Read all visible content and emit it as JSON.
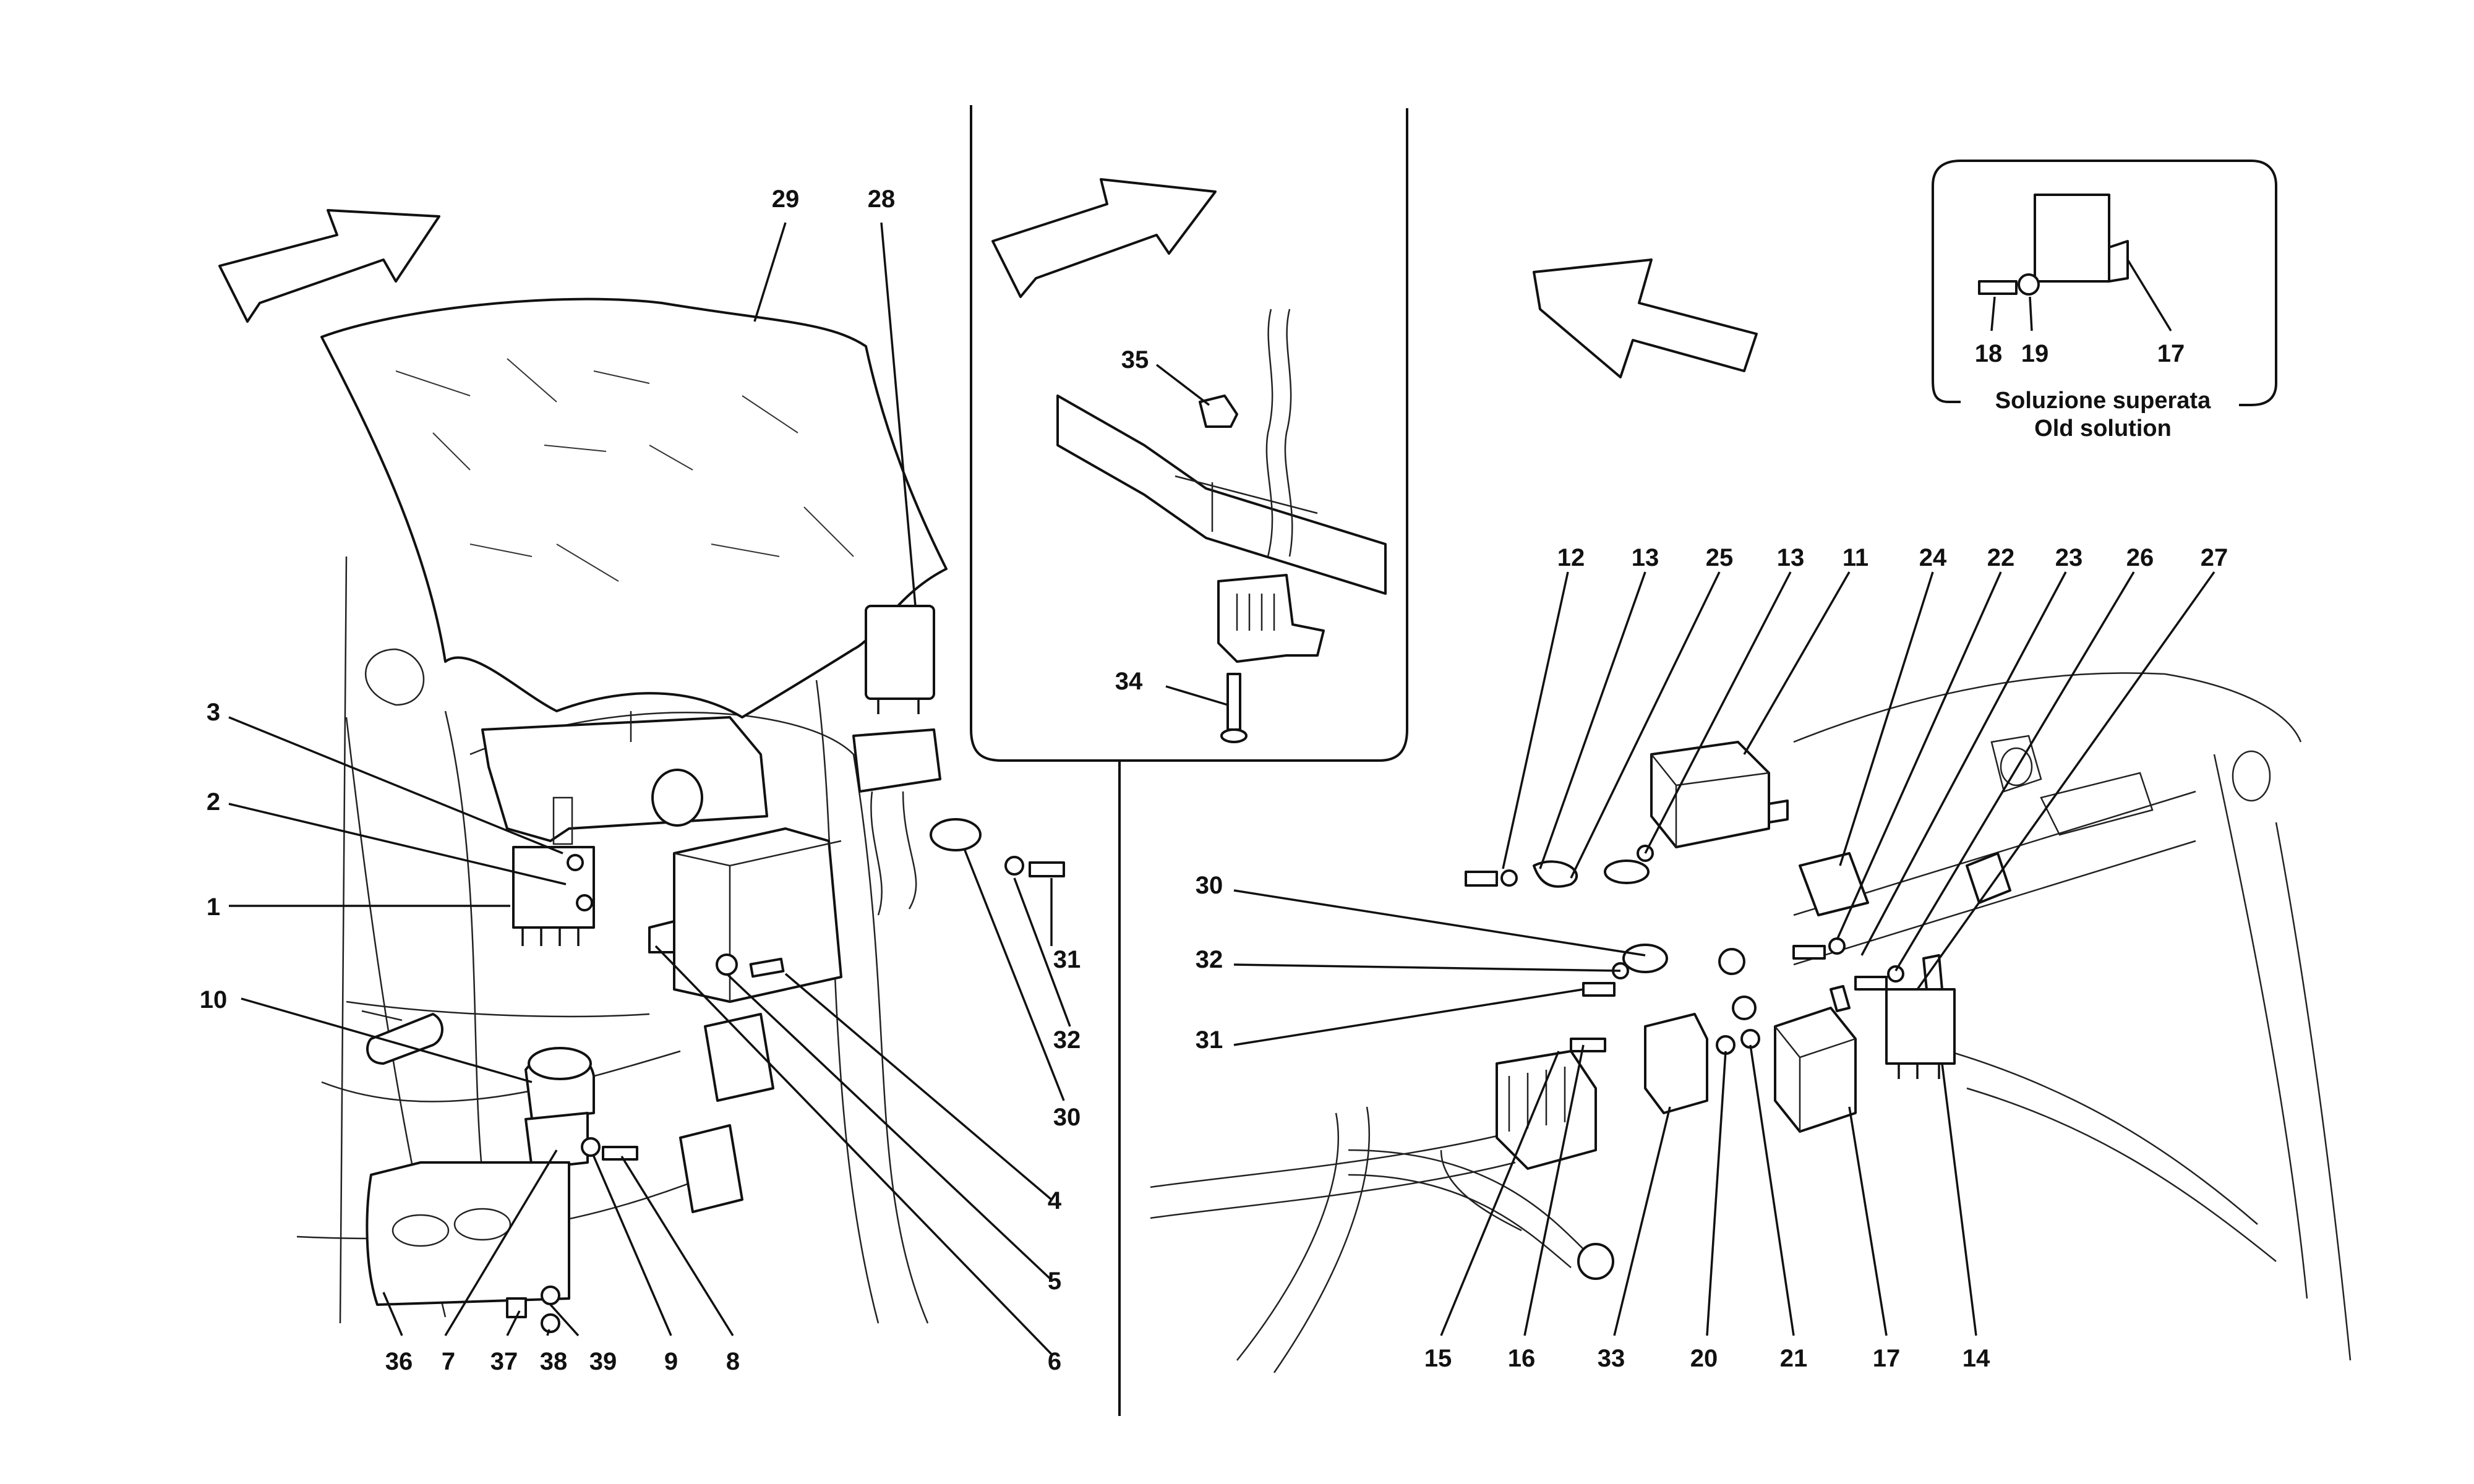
{
  "callouts": {
    "left": {
      "l29": "29",
      "l28": "28",
      "l3": "3",
      "l2": "2",
      "l1": "1",
      "l10": "10",
      "l31": "31",
      "l32": "32",
      "l30": "30",
      "l4": "4",
      "l5": "5",
      "l6": "6",
      "l36": "36",
      "l7": "7",
      "l37": "37",
      "l38": "38",
      "l39": "39",
      "l9": "9",
      "l8": "8"
    },
    "center": {
      "l35": "35",
      "l34": "34"
    },
    "inset": {
      "l18": "18",
      "l19": "19",
      "l17": "17"
    },
    "right": {
      "l12": "12",
      "l13a": "13",
      "l25": "25",
      "l13b": "13",
      "l11": "11",
      "l24": "24",
      "l22": "22",
      "l23": "23",
      "l26": "26",
      "l27": "27",
      "l30": "30",
      "l32": "32",
      "l31": "31",
      "l15": "15",
      "l16": "16",
      "l33": "33",
      "l20": "20",
      "l21": "21",
      "l17": "17",
      "l14": "14"
    }
  },
  "inset_caption": {
    "line1": "Soluzione superata",
    "line2": "Old solution"
  }
}
